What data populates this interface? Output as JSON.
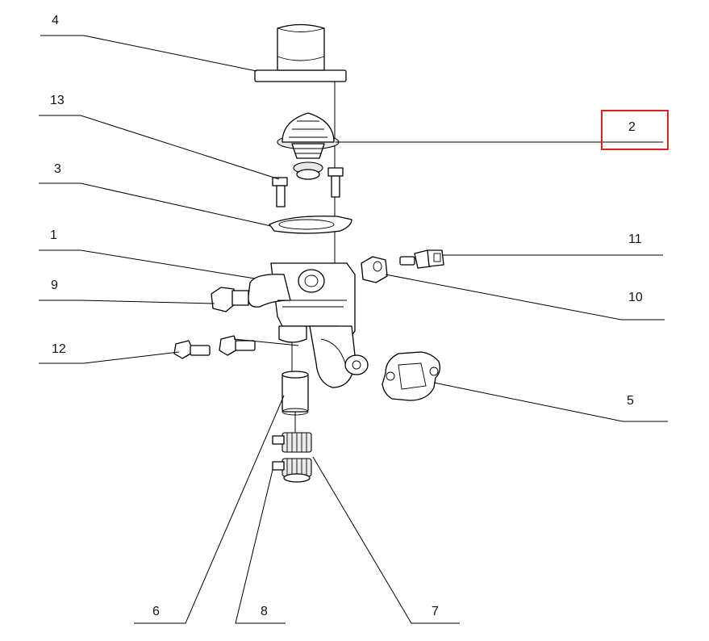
{
  "diagram": {
    "callouts": [
      {
        "id": "c4",
        "number": "4"
      },
      {
        "id": "c13",
        "number": "13"
      },
      {
        "id": "c3",
        "number": "3"
      },
      {
        "id": "c1",
        "number": "1"
      },
      {
        "id": "c9",
        "number": "9"
      },
      {
        "id": "c12",
        "number": "12"
      },
      {
        "id": "c2",
        "number": "2"
      },
      {
        "id": "c11",
        "number": "11"
      },
      {
        "id": "c10",
        "number": "10"
      },
      {
        "id": "c5",
        "number": "5"
      },
      {
        "id": "c6",
        "number": "6"
      },
      {
        "id": "c8",
        "number": "8"
      },
      {
        "id": "c7",
        "number": "7"
      }
    ],
    "highlight": {
      "callout": "2",
      "color": "#e02020"
    }
  }
}
